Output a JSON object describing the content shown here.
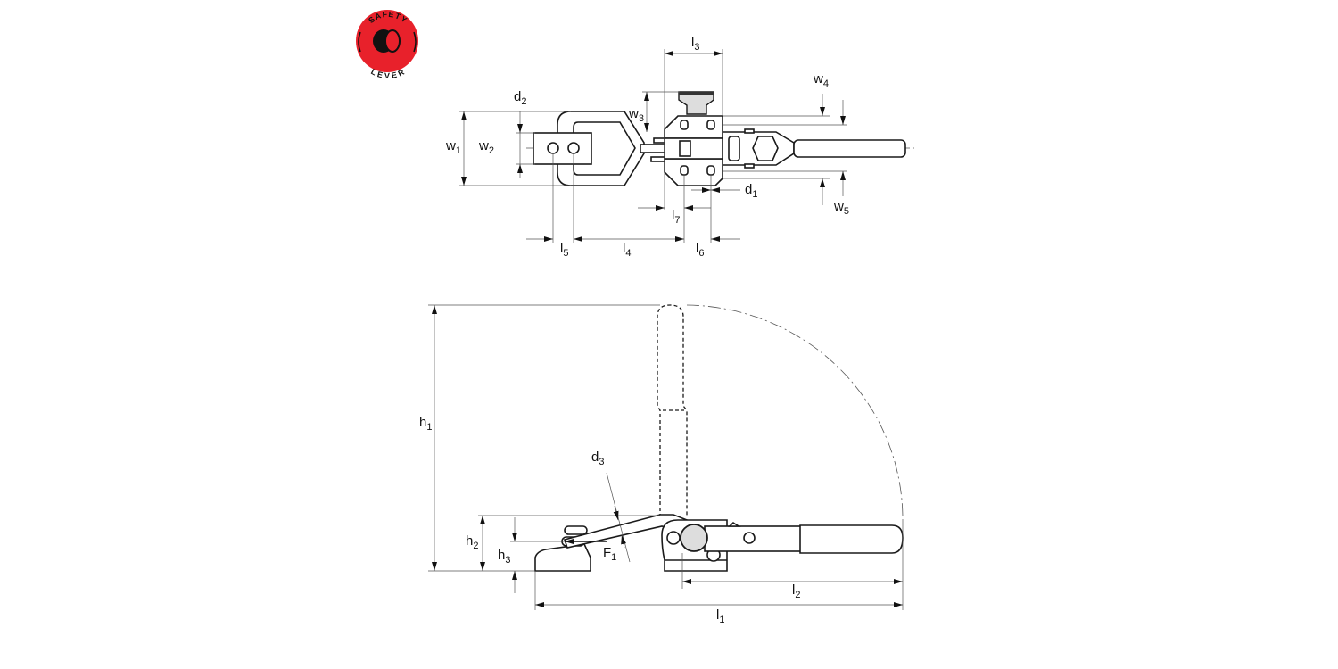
{
  "logo": {
    "top_text": "SAFETY",
    "bottom_text": "LEVER",
    "color": "#e8212b"
  },
  "top_view_labels": {
    "l3": {
      "base": "l",
      "sub": "3"
    },
    "d2": {
      "base": "d",
      "sub": "2"
    },
    "w1": {
      "base": "w",
      "sub": "1"
    },
    "w2": {
      "base": "w",
      "sub": "2"
    },
    "w3": {
      "base": "w",
      "sub": "3"
    },
    "w4": {
      "base": "w",
      "sub": "4"
    },
    "w5": {
      "base": "w",
      "sub": "5"
    },
    "d1": {
      "base": "d",
      "sub": "1"
    },
    "l7": {
      "base": "l",
      "sub": "7"
    },
    "l5": {
      "base": "l",
      "sub": "5"
    },
    "l4": {
      "base": "l",
      "sub": "4"
    },
    "l6": {
      "base": "l",
      "sub": "6"
    }
  },
  "side_view_labels": {
    "h1": {
      "base": "h",
      "sub": "1"
    },
    "h2": {
      "base": "h",
      "sub": "2"
    },
    "h3": {
      "base": "h",
      "sub": "3"
    },
    "d3": {
      "base": "d",
      "sub": "3"
    },
    "F1": {
      "base": "F",
      "sub": "1"
    },
    "l2": {
      "base": "l",
      "sub": "2"
    },
    "l1": {
      "base": "l",
      "sub": "1"
    }
  }
}
